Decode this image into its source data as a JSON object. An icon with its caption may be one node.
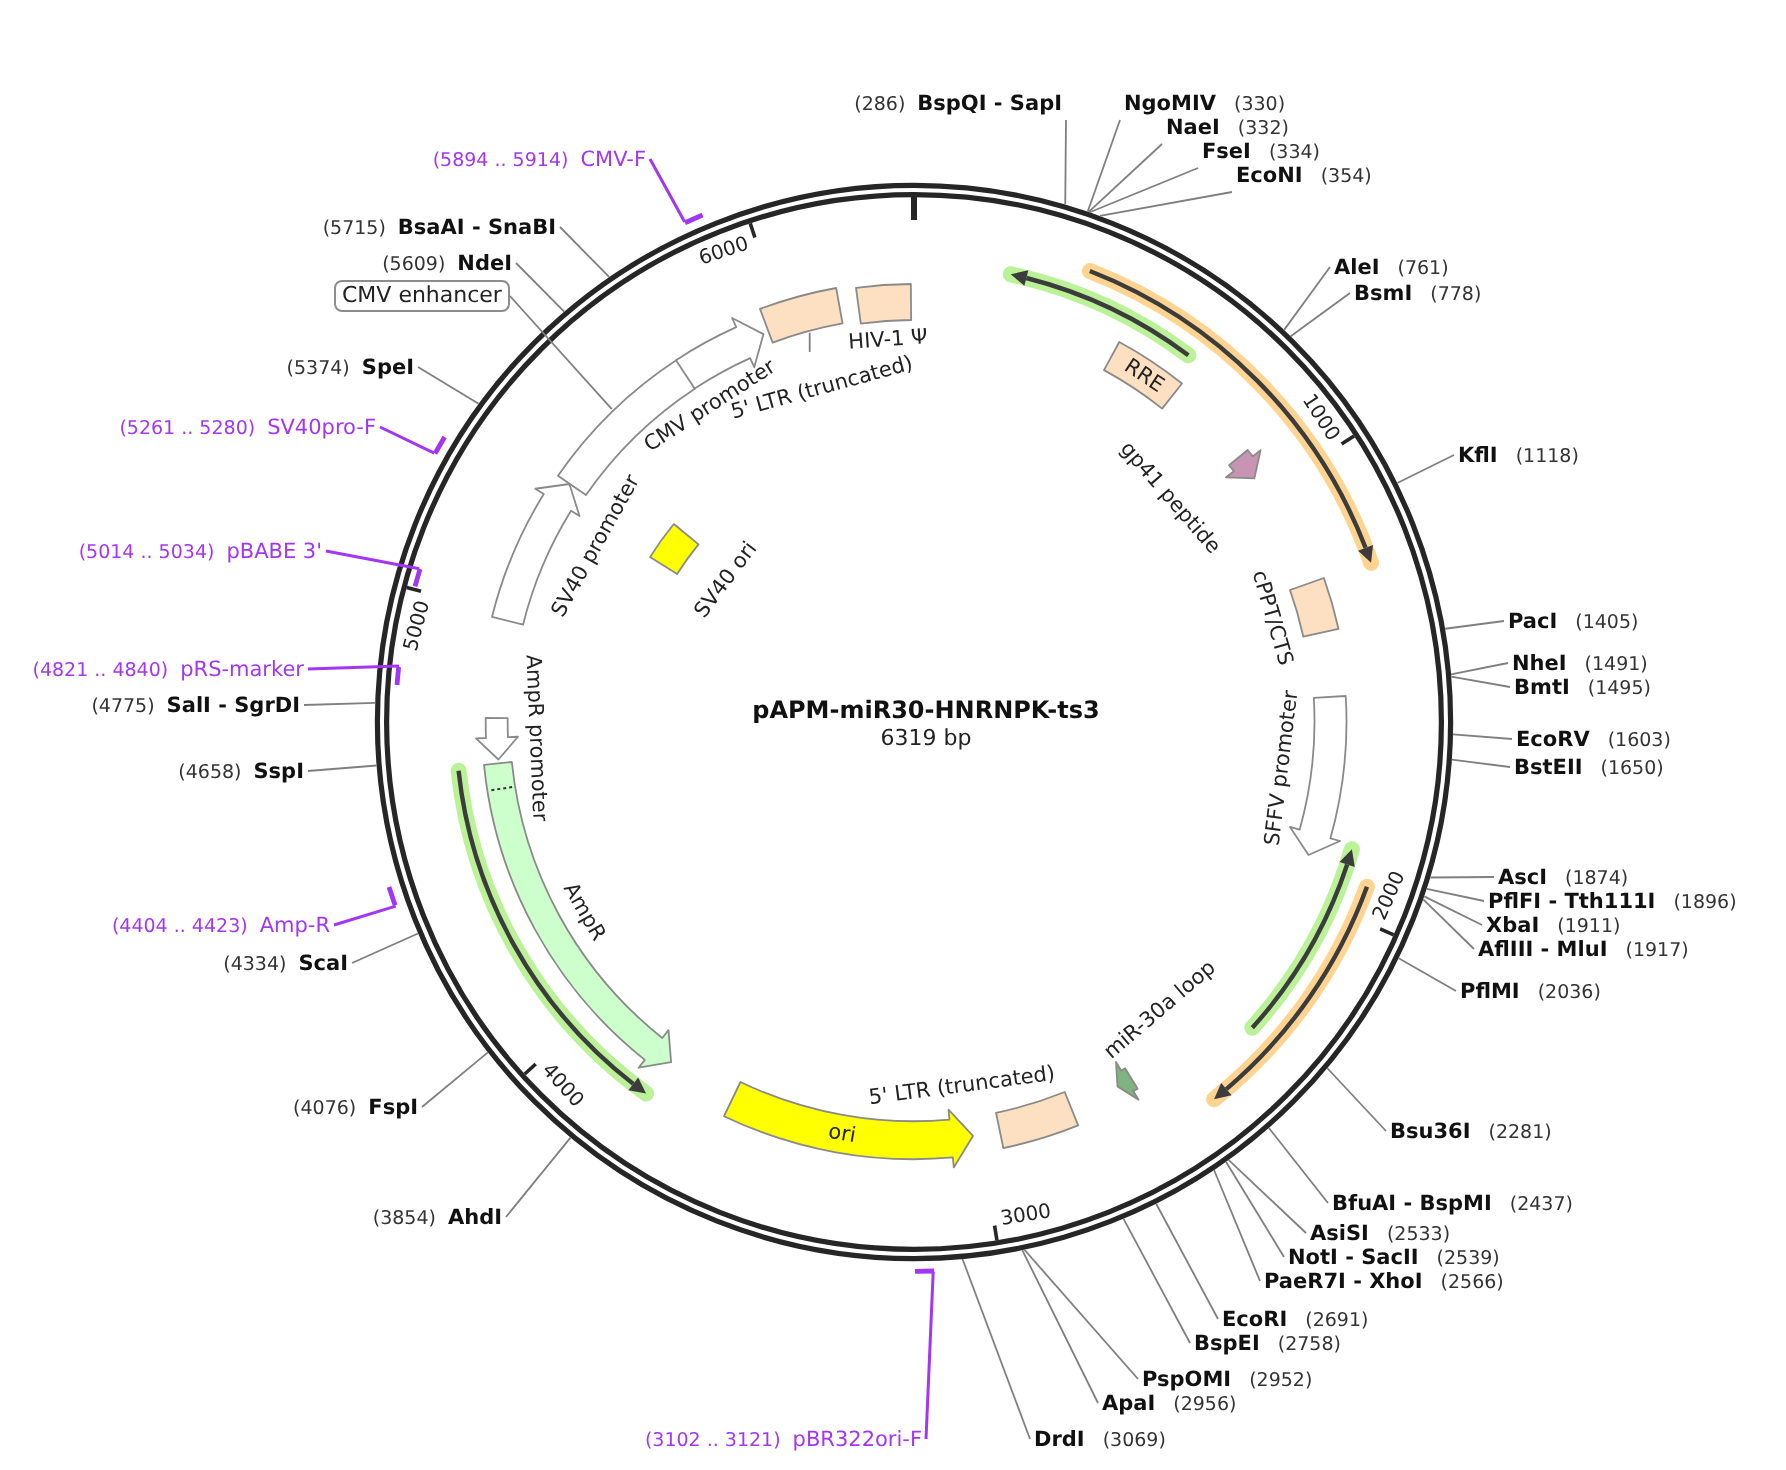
{
  "diagram": {
    "title": "pAPM-miR30-HNRNPK-ts3",
    "nodes": [
      {
        "text": [
          "BspQI - SapI"
        ],
        "beside": [
          "(286)"
        ]
      },
      {
        "text": [
          "NgoMIV"
        ],
        "beside": [
          "(330)"
        ]
      },
      {
        "text": [
          "NaeI"
        ],
        "beside": [
          "(332)"
        ]
      },
      {
        "text": [
          "FseI"
        ],
        "beside": [
          "(334)"
        ]
      },
      {
        "text": [
          "EcoNI"
        ],
        "beside": [
          "(354)"
        ]
      },
      {
        "text": [
          "AleI"
        ],
        "beside": [
          "(761)"
        ]
      },
      {
        "text": [
          "BsmI"
        ],
        "beside": [
          "(778)"
        ]
      },
      {
        "text": [
          "KflI"
        ],
        "beside": [
          "(1118)"
        ]
      },
      {
        "text": [
          "PacI"
        ],
        "beside": [
          "(1405)"
        ]
      },
      {
        "text": [
          "NheI"
        ],
        "beside": [
          "(1491)"
        ]
      },
      {
        "text": [
          "BmtI"
        ],
        "beside": [
          "(1495)"
        ]
      },
      {
        "text": [
          "EcoRV"
        ],
        "beside": [
          "(1603)"
        ]
      },
      {
        "text": [
          "BstEII"
        ],
        "beside": [
          "(1650)"
        ]
      },
      {
        "text": [
          "AscI"
        ],
        "beside": [
          "(1874)"
        ]
      },
      {
        "text": [
          "PflFI - Tth111I"
        ],
        "beside": [
          "(1896)"
        ]
      },
      {
        "text": [
          "XbaI"
        ],
        "beside": [
          "(1911)"
        ]
      },
      {
        "text": [
          "AflIII - MluI"
        ],
        "beside": [
          "(1917)"
        ]
      },
      {
        "text": [
          "PflMI"
        ],
        "beside": [
          "(2036)"
        ]
      },
      {
        "text": [
          "Bsu36I"
        ],
        "beside": [
          "(2281)"
        ]
      },
      {
        "text": [
          "BfuAI - BspMI"
        ],
        "beside": [
          "(2437)"
        ]
      },
      {
        "text": [
          "AsiSI"
        ],
        "beside": [
          "(2533)"
        ]
      },
      {
        "text": [
          "NotI - SacII"
        ],
        "beside": [
          "(2539)"
        ]
      },
      {
        "text": [
          "PaeR7I - XhoI"
        ],
        "beside": [
          "(2566)"
        ]
      },
      {
        "text": [
          "EcoRI"
        ],
        "beside": [
          "(2691)"
        ]
      },
      {
        "text": [
          "BspEI"
        ],
        "beside": [
          "(2758)"
        ]
      },
      {
        "text": [
          "PspOMI"
        ],
        "beside": [
          "(2952)"
        ]
      },
      {
        "text": [
          "ApaI"
        ],
        "beside": [
          "(2956)"
        ]
      },
      {
        "text": [
          "DrdI"
        ],
        "beside": [
          "(3069)"
        ]
      },
      {
        "text": [
          "pBR322ori-F"
        ],
        "beside": [
          "(3102 .. 3121)"
        ]
      },
      {
        "text": [],
        "shape": "bar"
      },
      {
        "text": [
          "AhdI"
        ],
        "beside": [
          "(3854)"
        ]
      },
      {
        "text": [
          "FspI"
        ],
        "beside": [
          "(4076)"
        ]
      },
      {
        "text": [
          "ScaI"
        ],
        "beside": [
          "(4334)"
        ]
      },
      {
        "text": [
          "Amp-R"
        ],
        "beside": [
          "(4404 .. 4423)"
        ]
      },
      {
        "text": [],
        "shape": "bar"
      },
      {
        "text": [
          "SspI"
        ],
        "beside": [
          "(4658)"
        ]
      },
      {
        "text": [
          "SalI - SgrDI"
        ],
        "beside": [
          "(4775)"
        ]
      },
      {
        "text": [
          "pRS-marker"
        ],
        "beside": [
          "(4821 .. 4840)"
        ]
      },
      {
        "text": [],
        "shape": "bar"
      },
      {
        "text": [
          "pBABE 3'"
        ],
        "beside": [
          "(5014 .. 5034)"
        ]
      },
      {
        "text": [],
        "shape": "bar"
      },
      {
        "text": [
          "SV40pro-F"
        ],
        "beside": [
          "(5261 .. 5280)"
        ]
      },
      {
        "text": [],
        "shape": "bar"
      },
      {
        "text": [
          "SpeI"
        ],
        "beside": [
          "(5374)"
        ]
      },
      {
        "text": [
          "NdeI"
        ],
        "beside": [
          "(5609)"
        ]
      },
      {
        "text": [
          "BsaAI - SnaBI"
        ],
        "beside": [
          "(5715)"
        ]
      },
      {
        "text": [
          "CMV-F"
        ],
        "beside": [
          "(5894 .. 5914)"
        ]
      },
      {
        "text": [],
        "shape": "bar"
      },
      {
        "text": [
          "CMV enhancer"
        ]
      },
      {
        "text": [
          "RRE"
        ]
      },
      {
        "text": [
          "gp41 peptide"
        ]
      },
      {
        "text": [
          "cPPT/CTS"
        ]
      },
      {
        "text": [
          "SFFV promoter"
        ]
      },
      {
        "text": [
          "miR-30a loop"
        ]
      },
      {
        "text": [
          "5' LTR (truncated)"
        ]
      },
      {
        "text": [
          "ori"
        ]
      },
      {
        "text": [
          "AmpR"
        ]
      },
      {
        "text": [
          "AmpR promoter"
        ]
      },
      {
        "text": [
          "SV40 promoter"
        ]
      },
      {
        "text": [
          "SV40 ori"
        ]
      },
      {
        "text": [],
        "shape": "box"
      },
      {
        "text": [
          "CMV promoter"
        ]
      },
      {
        "text": [
          "5' LTR (truncated)"
        ]
      },
      {
        "text": [],
        "shape": "box"
      },
      {
        "text": [
          "HIV-1 Ψ"
        ]
      }
    ],
    "edges": [
      {
        "from": 0,
        "to": null,
        "arrow": "none"
      },
      {
        "from": 1,
        "to": null,
        "arrow": "none"
      },
      {
        "from": 2,
        "to": null,
        "arrow": "none"
      },
      {
        "from": 3,
        "to": null,
        "arrow": "none"
      },
      {
        "from": 4,
        "to": null,
        "arrow": "none"
      },
      {
        "from": 5,
        "to": null,
        "arrow": "none"
      },
      {
        "from": 6,
        "to": null,
        "arrow": "none"
      },
      {
        "from": 7,
        "to": null,
        "arrow": "none"
      },
      {
        "from": 8,
        "to": null,
        "arrow": "none"
      },
      {
        "from": 9,
        "to": null,
        "arrow": "none"
      },
      {
        "from": 10,
        "to": null,
        "arrow": "none"
      },
      {
        "from": 11,
        "to": null,
        "arrow": "none"
      },
      {
        "from": 12,
        "to": null,
        "arrow": "none"
      },
      {
        "from": 13,
        "to": null,
        "arrow": "none"
      },
      {
        "from": 14,
        "to": null,
        "arrow": "none"
      },
      {
        "from": 15,
        "to": null,
        "arrow": "none"
      },
      {
        "from": 16,
        "to": null,
        "arrow": "none"
      },
      {
        "from": 17,
        "to": null,
        "arrow": "none"
      },
      {
        "from": 18,
        "to": null,
        "arrow": "none"
      },
      {
        "from": 19,
        "to": null,
        "arrow": "none"
      },
      {
        "from": 20,
        "to": null,
        "arrow": "none"
      },
      {
        "from": 21,
        "to": null,
        "arrow": "none"
      },
      {
        "from": 22,
        "to": null,
        "arrow": "none"
      },
      {
        "from": 23,
        "to": null,
        "arrow": "none"
      },
      {
        "from": 24,
        "to": null,
        "arrow": "none"
      },
      {
        "from": 25,
        "to": null,
        "arrow": "none"
      },
      {
        "from": 26,
        "to": null,
        "arrow": "none"
      },
      {
        "from": 27,
        "to": null,
        "arrow": "none"
      },
      {
        "from": 28,
        "to": 29,
        "arrow": "none",
        "color": "#a336f5"
      },
      {
        "from": 30,
        "to": null,
        "arrow": "none"
      },
      {
        "from": 31,
        "to": null,
        "arrow": "none"
      },
      {
        "from": 32,
        "to": null,
        "arrow": "none"
      },
      {
        "from": 33,
        "to": 34,
        "arrow": "none",
        "color": "#a336f5"
      },
      {
        "from": 35,
        "to": null,
        "arrow": "none"
      },
      {
        "from": 36,
        "to": null,
        "arrow": "none"
      },
      {
        "from": 37,
        "to": 38,
        "arrow": "none",
        "color": "#a336f5"
      },
      {
        "from": 39,
        "to": 40,
        "arrow": "none",
        "color": "#a336f5"
      },
      {
        "from": 41,
        "to": 42,
        "arrow": "none",
        "color": "#a336f5"
      },
      {
        "from": 43,
        "to": null,
        "arrow": "none"
      },
      {
        "from": 44,
        "to": null,
        "arrow": "none"
      },
      {
        "from": 45,
        "to": null,
        "arrow": "none"
      },
      {
        "from": 46,
        "to": 47,
        "arrow": "none",
        "color": "#a336f5"
      },
      {
        "from": 48,
        "to": 60,
        "arrow": "none"
      },
      {
        "from": 62,
        "to": 63,
        "arrow": "none"
      }
    ],
    "labels": [
      "6000",
      "1000",
      "5000",
      "6319 bp",
      "2000",
      "4000",
      "3000"
    ]
  }
}
